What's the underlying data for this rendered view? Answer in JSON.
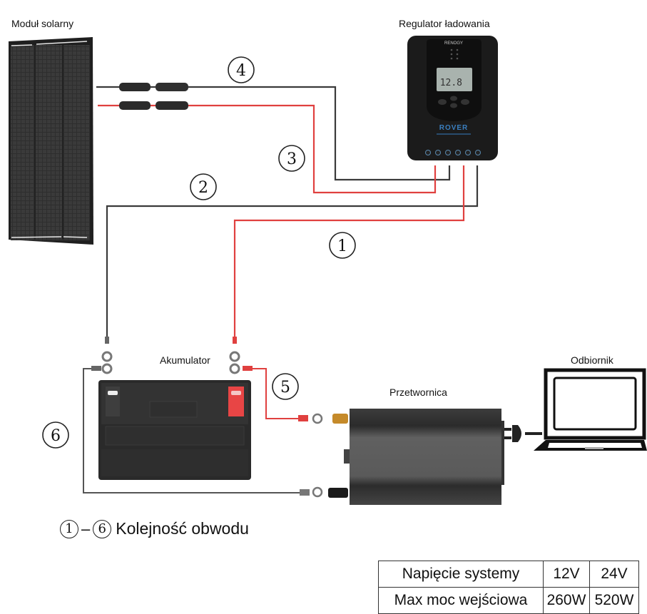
{
  "components": {
    "solar_panel": {
      "label": "Moduł solarny"
    },
    "charge_controller": {
      "label": "Regulator ładowania",
      "brand": "RENOGY",
      "model": "ROVER",
      "display_reading": "12.8"
    },
    "battery": {
      "label": "Akumulator"
    },
    "inverter": {
      "label": "Przetwornica"
    },
    "load": {
      "label": "Odbiornik"
    }
  },
  "wire_colors": {
    "positive": "#e0403f",
    "negative": "#3a3a3a"
  },
  "steps": [
    {
      "number": "1",
      "description": "Regulator (+) → Akumulator (+)",
      "polarity": "positive"
    },
    {
      "number": "2",
      "description": "Regulator (−) → Akumulator (−)",
      "polarity": "negative"
    },
    {
      "number": "3",
      "description": "Moduł solarny (+) → Regulator",
      "polarity": "positive"
    },
    {
      "number": "4",
      "description": "Moduł solarny (−) → Regulator",
      "polarity": "negative"
    },
    {
      "number": "5",
      "description": "Akumulator (+) → Przetwornica (+)",
      "polarity": "positive"
    },
    {
      "number": "6",
      "description": "Akumulator (−) → Przetwornica (−)",
      "polarity": "negative"
    }
  ],
  "legend": {
    "from": "1",
    "to": "6",
    "dash": "–",
    "text": "Kolejność obwodu"
  },
  "spec_table": {
    "rows": [
      {
        "label": "Napięcie systemy",
        "v12": "12V",
        "v24": "24V"
      },
      {
        "label": "Max moc wejściowa",
        "v12": "260W",
        "v24": "520W"
      }
    ]
  }
}
